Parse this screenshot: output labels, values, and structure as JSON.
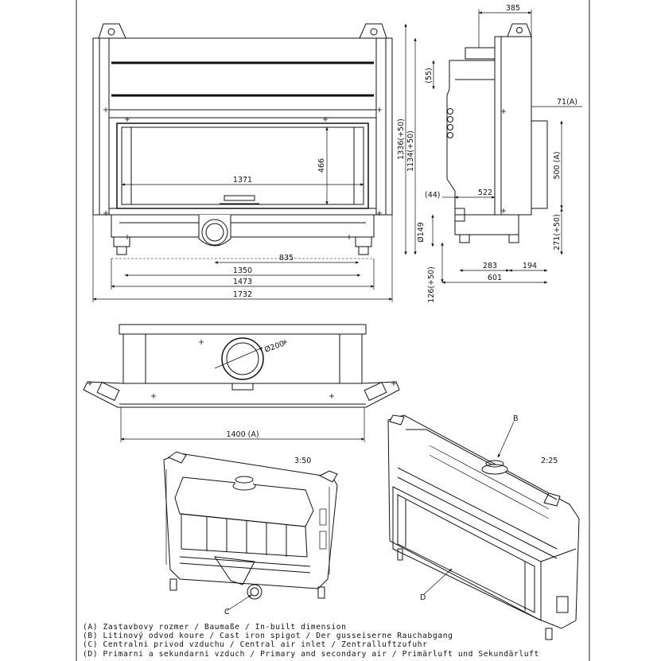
{
  "front_view": {
    "dims": {
      "opening_width": "1371",
      "opening_height": "466",
      "spigot_offset": "835",
      "base_inner": "1350",
      "base_outer": "1473",
      "overall_width": "1732",
      "overall_height": "1336(+50)",
      "inner_height": "1134(+50)"
    }
  },
  "side_view": {
    "dims": {
      "depth_total": "385",
      "top_offset": "(55)",
      "right_offset": "71(A)",
      "opening_depth": "522",
      "front_offset": "(44)",
      "side_height": "500 (A)",
      "leg_height": "271(+50)",
      "pipe_diameter": "Ø149",
      "bottom_offset": "126(+50)",
      "leg_depth": "283",
      "rear_depth": "194",
      "base_depth": "601"
    }
  },
  "top_view": {
    "dims": {
      "flue_diameter": "Ø200",
      "inbuilt_width": "1400 (A)"
    }
  },
  "iso_views": {
    "rear_scale": "3:50",
    "front_scale": "2:25",
    "callout_b": "B",
    "callout_c": "C",
    "callout_d": "D"
  },
  "legend": {
    "line_a": "(A)  Zastavbovy rozmer / Baumaße / In-built dimension",
    "line_b": "(B)  Litinový odvod koure / Cast iron spigot / Der gusseiserne Rauchabgang",
    "line_c": "(C)  Centralni privod vzduchu / Central air inlet / Zentralluftzufuhr",
    "line_d": "(D)  Primarni a sekundarni vzduch / Primary and secondary air / Primärluft und Sekundärluft"
  }
}
